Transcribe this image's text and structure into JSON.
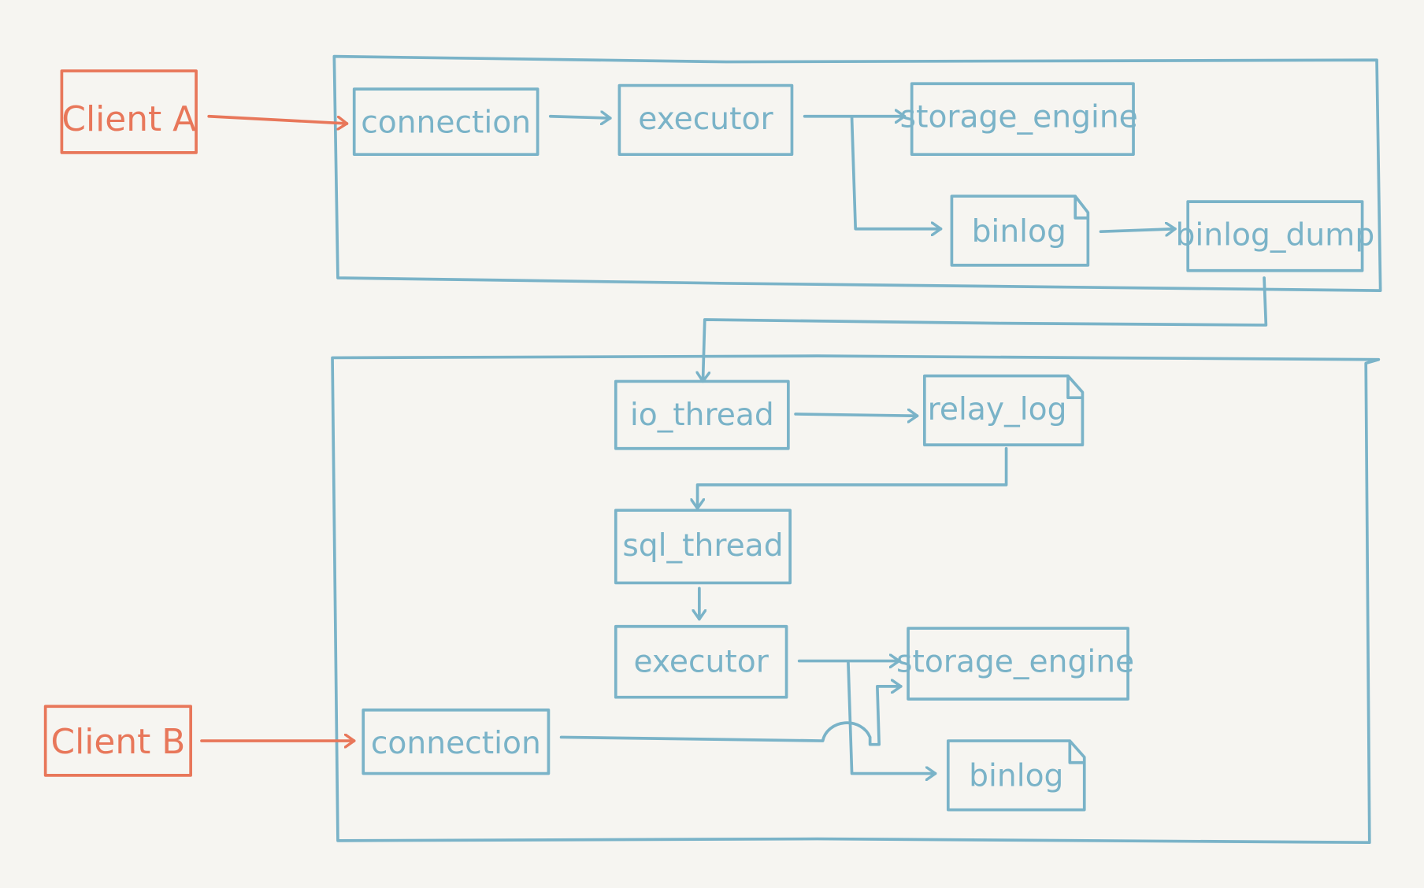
{
  "colors": {
    "background": "#f6f5f1",
    "client": "#e8775a",
    "component": "#7ab3c8"
  },
  "clients": {
    "a": "Client A",
    "b": "Client B"
  },
  "master": {
    "connection": "connection",
    "executor": "executor",
    "storage_engine": "storage_engine",
    "binlog": "binlog",
    "binlog_dump": "binlog_dump"
  },
  "slave": {
    "io_thread": "io_thread",
    "relay_log": "relay_log",
    "sql_thread": "sql_thread",
    "executor": "executor",
    "storage_engine": "storage_engine",
    "connection": "connection",
    "binlog": "binlog"
  }
}
